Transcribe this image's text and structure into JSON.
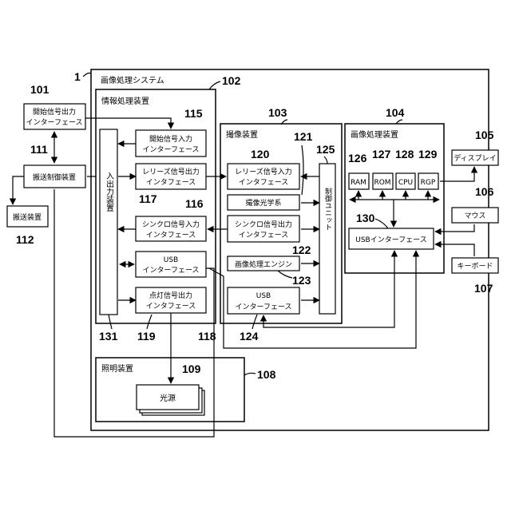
{
  "system": {
    "label": "画像処理システム",
    "ref": "1"
  },
  "info_device": {
    "label": "情報処理装置",
    "ref": "102",
    "io_unit": {
      "label": "入出力装置",
      "ref": "131"
    },
    "start_in": {
      "line1": "開始信号入力",
      "line2": "インターフェース",
      "ref": "115"
    },
    "release_out": {
      "line1": "レリーズ信号出力",
      "line2": "インタフェース",
      "ref": "116"
    },
    "sync_in": {
      "line1": "シンクロ信号入力",
      "line2": "インタフェース",
      "ref": "117"
    },
    "usb": {
      "line1": "USB",
      "line2": "インターフェース",
      "ref": "118"
    },
    "light_out": {
      "line1": "点灯信号出力",
      "line2": "インタフェース",
      "ref": "119"
    }
  },
  "camera": {
    "label": "撮像装置",
    "ref": "103",
    "release_in": {
      "line1": "レリーズ信号入力",
      "line2": "インタフェース",
      "ref": "120"
    },
    "optics": {
      "label": "撮像光学系",
      "ref": "121"
    },
    "sync_out": {
      "line1": "シンクロ信号出力",
      "line2": "インタフェース",
      "ref": "122"
    },
    "engine": {
      "label": "画像処理エンジン",
      "ref": "123"
    },
    "usb": {
      "line1": "USB",
      "line2": "インターフェース",
      "ref": "124"
    },
    "control": {
      "label": "制御ユニット",
      "ref": "125"
    }
  },
  "image_device": {
    "label": "画像処理装置",
    "ref": "104",
    "ram": {
      "label": "RAM",
      "ref": "126"
    },
    "rom": {
      "label": "ROM",
      "ref": "127"
    },
    "cpu": {
      "label": "CPU",
      "ref": "128"
    },
    "rgp": {
      "label": "RGP",
      "ref": "129"
    },
    "usb": {
      "label": "USBインターフェース",
      "ref": "130"
    }
  },
  "display": {
    "label": "ディスプレイ",
    "ref": "105"
  },
  "mouse": {
    "label": "マウス",
    "ref": "106"
  },
  "keyboard": {
    "label": "キーボード",
    "ref": "107"
  },
  "lighting": {
    "label": "照明装置",
    "ref": "108",
    "light_source": {
      "label": "光源",
      "ref": "109"
    }
  },
  "start_out": {
    "line1": "開始信号出力",
    "line2": "インターフェース",
    "ref": "101"
  },
  "transport_ctrl": {
    "label": "搬送制御装置",
    "ref": "111"
  },
  "transport": {
    "label": "搬送装置",
    "ref": "112"
  }
}
